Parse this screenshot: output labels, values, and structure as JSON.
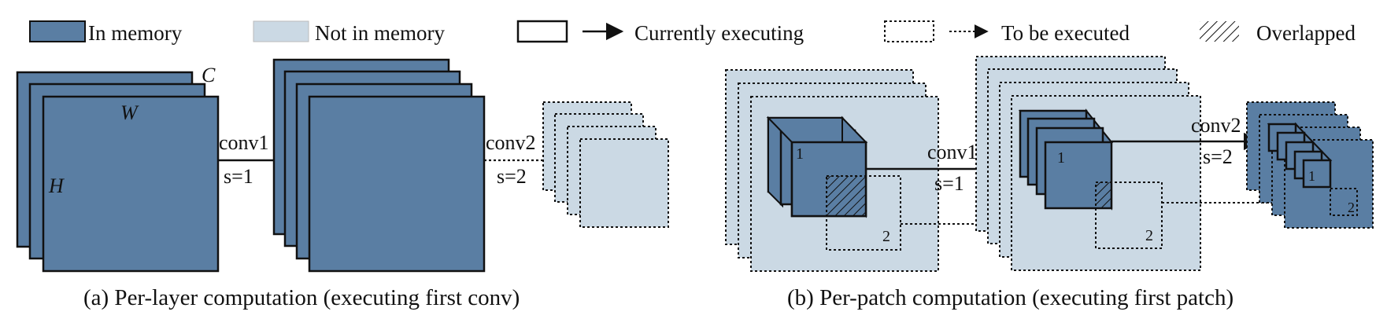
{
  "legend": {
    "in_memory": "In memory",
    "not_in_memory": "Not in memory",
    "currently_executing": "Currently executing",
    "to_be_executed": "To be executed",
    "overlapped": "Overlapped"
  },
  "panel_a": {
    "dim_c": "C",
    "dim_w": "W",
    "dim_h": "H",
    "conv1_label": "conv1",
    "conv1_stride": "s=1",
    "conv2_label": "conv2",
    "conv2_stride": "s=2",
    "caption": "(a) Per-layer computation (executing first conv)"
  },
  "panel_b": {
    "conv1_label": "conv1",
    "conv1_stride": "s=1",
    "conv2_label": "conv2",
    "conv2_stride": "s=2",
    "patch_1": "1",
    "patch_2": "2",
    "caption": "(b) Per-patch computation (executing first patch)"
  },
  "colors": {
    "in_memory": "#5a7ea3",
    "not_in_memory": "#cbd9e4",
    "stroke": "#111111"
  }
}
